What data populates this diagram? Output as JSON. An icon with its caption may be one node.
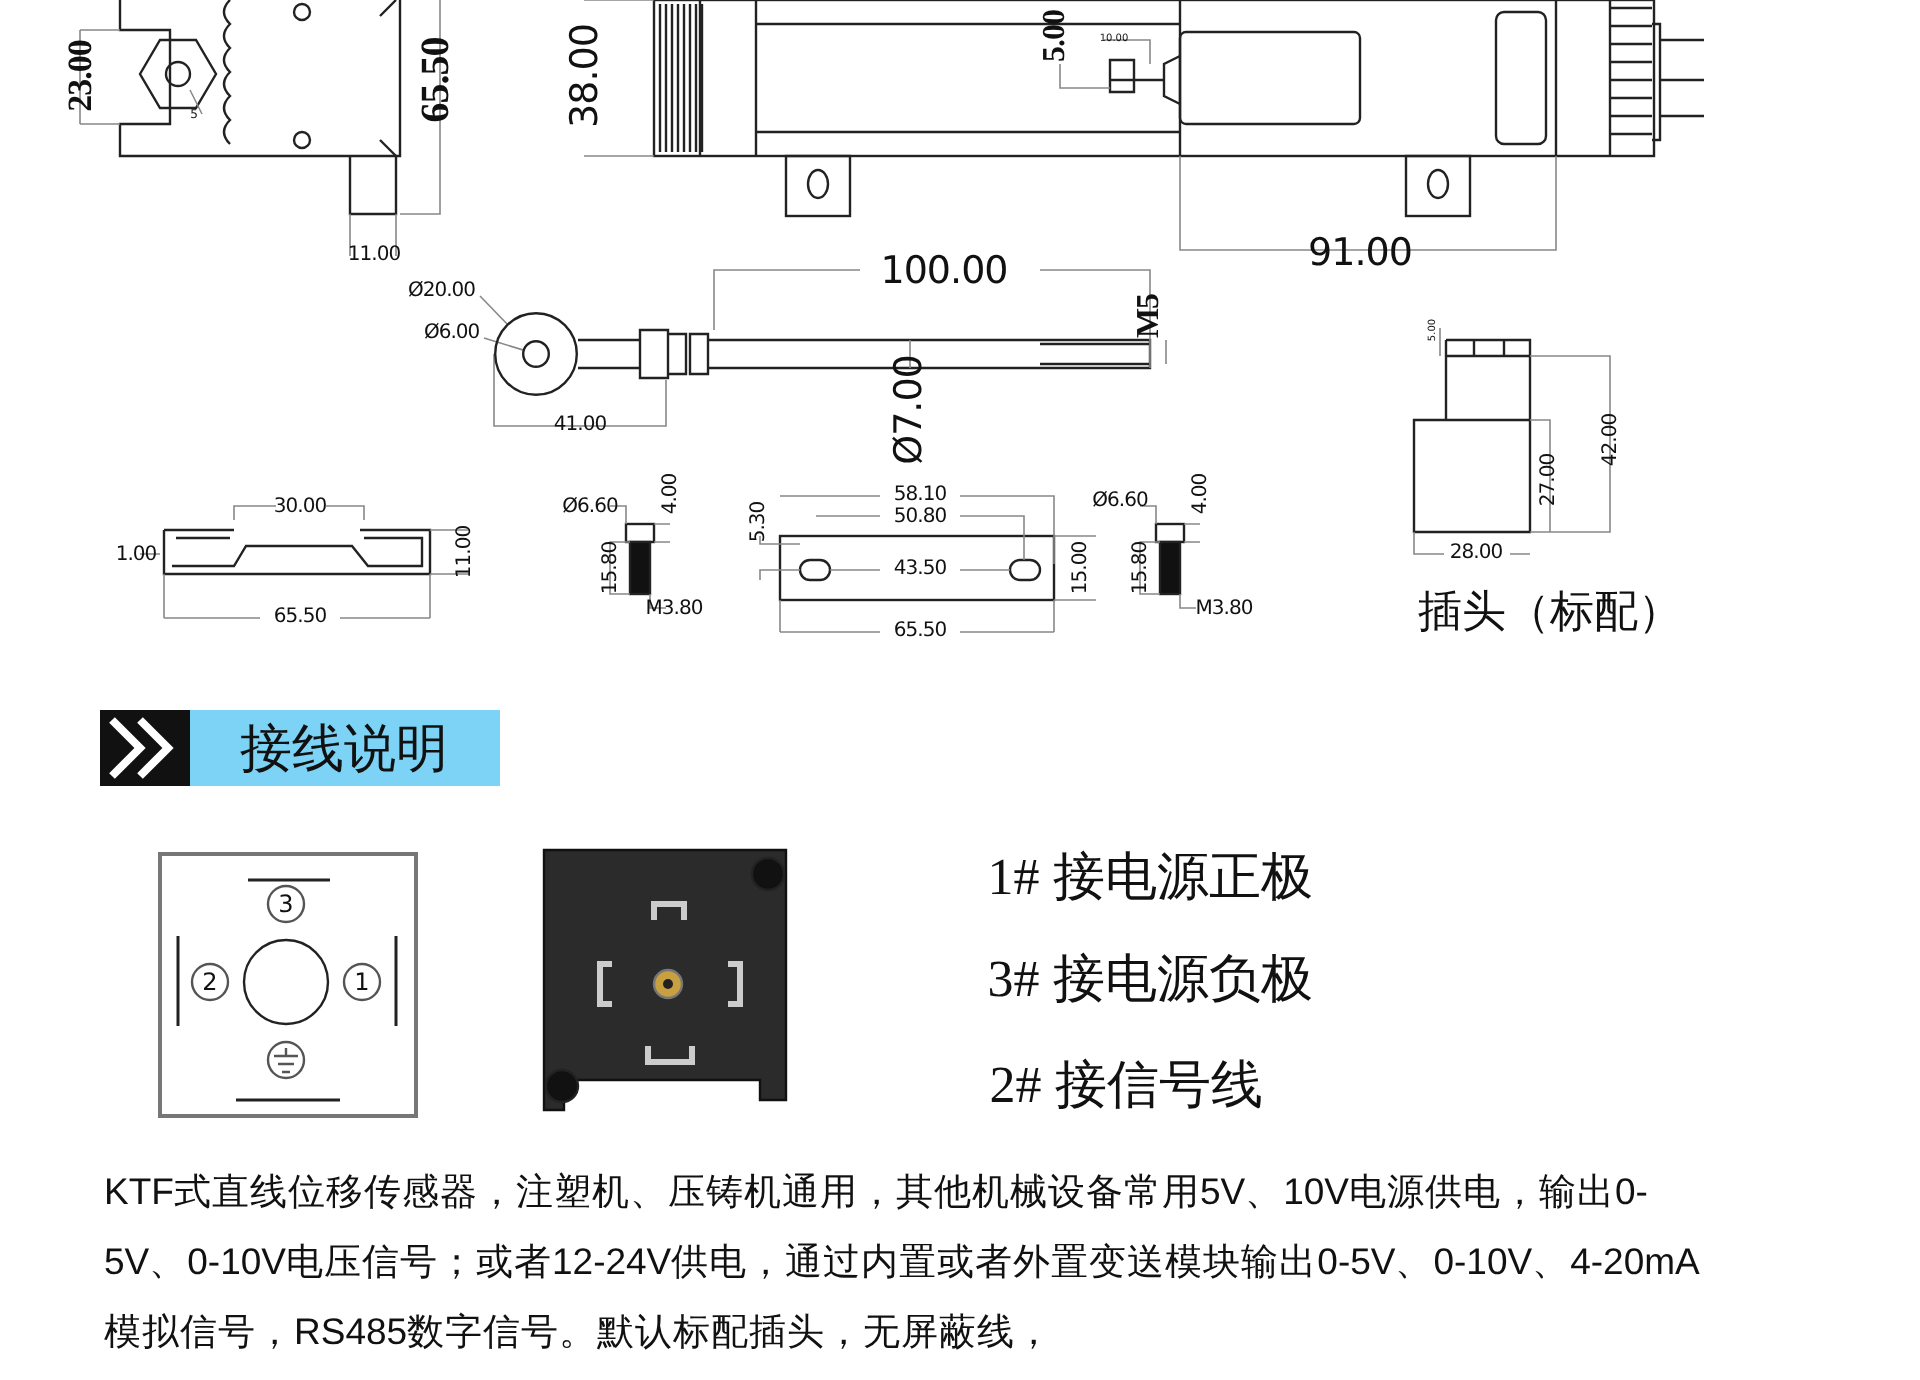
{
  "diagram": {
    "nodes": [
      {
        "text": [
          "Ø20.00"
        ]
      },
      {
        "text": [
          "Ø6.00"
        ]
      },
      {
        "text": [],
        "shape": "circle"
      },
      {
        "text": [],
        "shape": "circle",
        "in": 2
      }
    ],
    "edges": [
      {
        "from": 0,
        "to": 2,
        "arrow": "none"
      },
      {
        "from": 1,
        "to": 3,
        "arrow": "none"
      }
    ],
    "labels": [
      "23.00",
      "65.50",
      "38.00",
      "5.00",
      "10.00",
      "5",
      "11.00",
      "91.00",
      "100.00",
      "M5",
      "41.00",
      "Ø7.00",
      "5.00",
      "42.00",
      "27.00",
      "30.00",
      "1.00",
      "11.00",
      "65.50",
      "Ø6.60",
      "4.00",
      "15.80",
      "M3.80",
      "58.10",
      "50.80",
      "5.30",
      "43.50",
      "15.00",
      "65.50",
      "Ø6.60",
      "4.00",
      "15.80",
      "M3.80",
      "28.00",
      "插头（标配）",
      "接线说明",
      "3",
      "2",
      "1",
      "1# 接电源正极",
      "3# 接电源负极",
      "2# 接信号线",
      "KTF式直线位移传感器，注塑机、压铸机通用，其他机械设备常用5V、10V电源供电，输出0-5V、0-10V电压信号；或者12-24V供电，通过内置或者外置变送模块输出0-5V、0-10V、4-20mA模拟信号，RS485数字信号。默认标配插头，无屏蔽线，"
    ]
  }
}
